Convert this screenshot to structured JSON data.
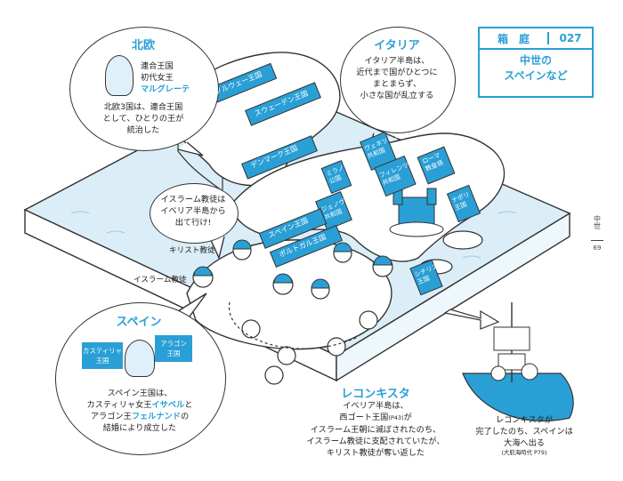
{
  "box": {
    "label": "箱　庭",
    "number": "027",
    "title_line1": "中世の",
    "title_line2": "スペインなど"
  },
  "side": {
    "section": "中世",
    "page": "69"
  },
  "north": {
    "header": "北欧",
    "queen_1": "連合王国",
    "queen_2": "初代女王",
    "queen_3": "マルグレーテ",
    "desc_1": "北欧3国は、連合王国",
    "desc_2": "として、ひとりの王が",
    "desc_3": "統治した"
  },
  "italy": {
    "header": "イタリア",
    "line_1": "イタリア半島は、",
    "line_2": "近代まで国がひとつに",
    "line_3": "まとまらず、",
    "line_4": "小さな国が乱立する"
  },
  "islam_bubble": {
    "line_1": "イスラーム教徒は",
    "line_2": "イベリア半島から",
    "line_3": "出て行け!"
  },
  "labels": {
    "christian": "キリスト教徒",
    "muslim": "イスラーム教徒"
  },
  "signs": {
    "norway": "ノルウェー王国",
    "sweden": "スウェーデン王国",
    "denmark": "デンマーク王国",
    "venice_1": "ヴェネツィア",
    "venice_2": "共和国",
    "milan_1": "ミラノ",
    "milan_2": "公国",
    "florence_1": "フィレンツェ",
    "florence_2": "共和国",
    "genoa_1": "ジェノヴァ",
    "genoa_2": "共和国",
    "papal_1": "ローマ",
    "papal_2": "教皇領",
    "naples_1": "ナポリ",
    "naples_2": "王国",
    "sicily_1": "シチリア",
    "sicily_2": "王国",
    "spain": "スペイン王国",
    "portugal": "ポルトガル王国"
  },
  "spain": {
    "header": "スペイン",
    "flag_castile_1": "カスティリャ",
    "flag_castile_2": "王国",
    "flag_aragon_1": "アラゴン",
    "flag_aragon_2": "王国",
    "desc_1": "スペイン王国は、",
    "desc_2a": "カスティリャ女王",
    "desc_2b": "イサベル",
    "desc_2c": "と",
    "desc_3a": "アラゴン王",
    "desc_3b": "フェルナンド",
    "desc_3c": "の",
    "desc_4": "結婚により成立した"
  },
  "reconquista": {
    "header": "レコンキスタ",
    "line_1": "イベリア半島は、",
    "line_2": "西ゴート王国",
    "line_2_ref": "(P43)",
    "line_2_end": "が",
    "line_3": "イスラーム王朝に滅ぼされたのち、",
    "line_4": "イスラーム教徒に支配されていたが、",
    "line_5": "キリスト教徒が奪い返した"
  },
  "ship": {
    "line_1": "レコンキスタが",
    "line_2": "完了したのち、スペインは",
    "line_3": "大海へ出る",
    "line_4": "(大航海時代 P79)"
  },
  "colors": {
    "accent": "#2a9fd6",
    "sea": "#d9edf7",
    "ink": "#333333"
  }
}
